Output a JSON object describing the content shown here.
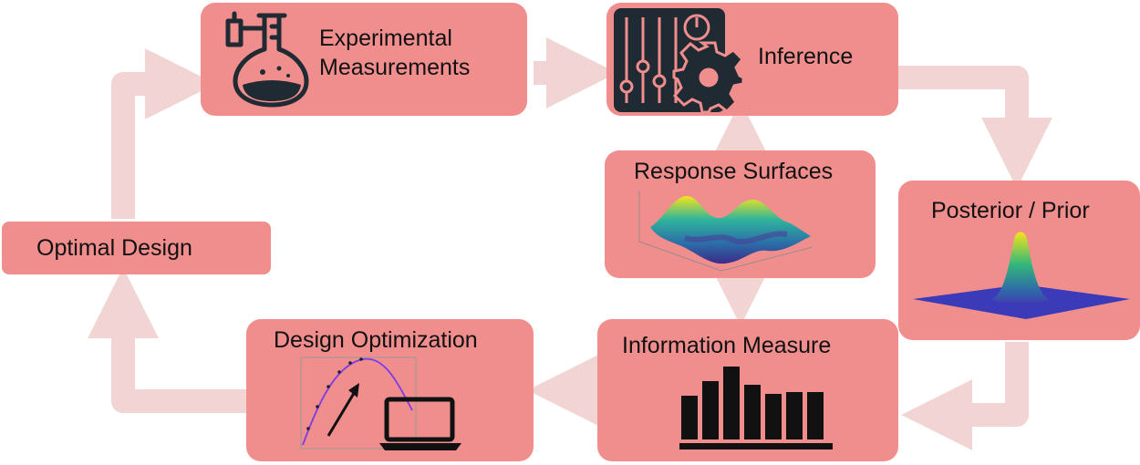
{
  "nodes": {
    "experimental": {
      "line1": "Experimental",
      "line2": "Measurements"
    },
    "inference": {
      "label": "Inference"
    },
    "response": {
      "label": "Response Surfaces"
    },
    "posterior": {
      "label": "Posterior / Prior"
    },
    "information": {
      "label": "Information Measure"
    },
    "design_opt": {
      "label": "Design Optimization"
    },
    "optimal": {
      "label": "Optimal Design"
    }
  },
  "colors": {
    "box_fill": "#f08e8e",
    "arrow": "#f2d4d4",
    "icon_dark": "#1f2a33"
  },
  "icons": [
    "flask-icon",
    "control-sliders-icon",
    "gear-icon",
    "power-icon",
    "surface-plot-icon",
    "gaussian-peak-icon",
    "bar-chart-icon",
    "curve-plot-icon",
    "laptop-icon"
  ]
}
